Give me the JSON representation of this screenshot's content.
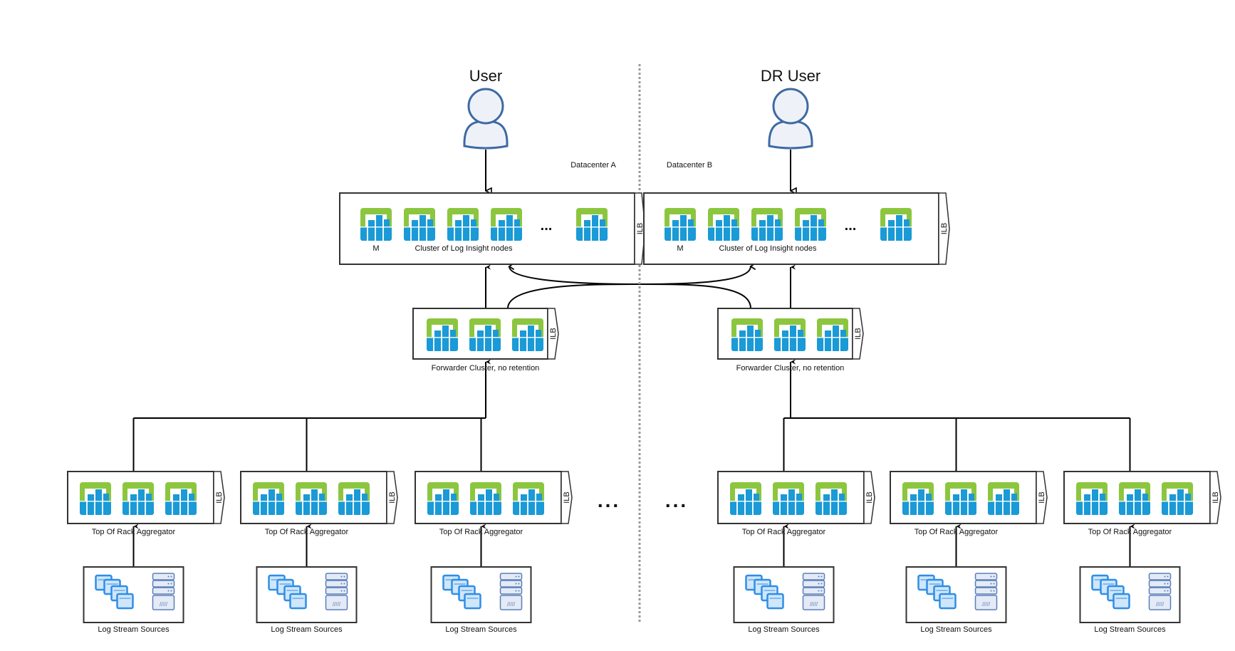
{
  "diagram": {
    "divider_label_left": "Datacenter A",
    "divider_label_right": "Datacenter B",
    "colors": {
      "node_green": "#8cc63f",
      "node_blue": "#1a9ad6",
      "user_fill": "#eef2f8",
      "user_stroke": "#3e6aa3",
      "vm_blue": "#2f8ee6",
      "server_stroke": "#5b7fb8"
    },
    "datacenters": [
      {
        "id": "A",
        "user_label": "User",
        "cluster": {
          "node_count_shown": 5,
          "master_label": "M",
          "label": "Cluster of Log Insight nodes",
          "ellipsis": "...",
          "ilb_label": "ILB"
        },
        "forwarder": {
          "node_count": 3,
          "label": "Forwarder Cluster, no retention",
          "ilb_label": "ILB"
        },
        "aggregators": [
          {
            "label": "Top Of Rack Aggregator",
            "ilb_label": "ILB",
            "sources_label": "Log Stream Sources"
          },
          {
            "label": "Top Of Rack Aggregator",
            "ilb_label": "ILB",
            "sources_label": "Log Stream Sources"
          },
          {
            "label": "Top Of Rack Aggregator",
            "ilb_label": "ILB",
            "sources_label": "Log Stream Sources"
          }
        ],
        "more_ellipsis": "..."
      },
      {
        "id": "B",
        "user_label": "DR User",
        "cluster": {
          "node_count_shown": 5,
          "master_label": "M",
          "label": "Cluster of Log Insight nodes",
          "ellipsis": "...",
          "ilb_label": "ILB"
        },
        "forwarder": {
          "node_count": 3,
          "label": "Forwarder Cluster, no retention",
          "ilb_label": "ILB"
        },
        "aggregators": [
          {
            "label": "Top Of Rack Aggregator",
            "ilb_label": "ILB",
            "sources_label": "Log Stream Sources"
          },
          {
            "label": "Top Of Rack Aggregator",
            "ilb_label": "ILB",
            "sources_label": "Log Stream Sources"
          },
          {
            "label": "Top Of Rack Aggregator",
            "ilb_label": "ILB",
            "sources_label": "Log Stream Sources"
          }
        ],
        "more_ellipsis": "..."
      }
    ]
  }
}
